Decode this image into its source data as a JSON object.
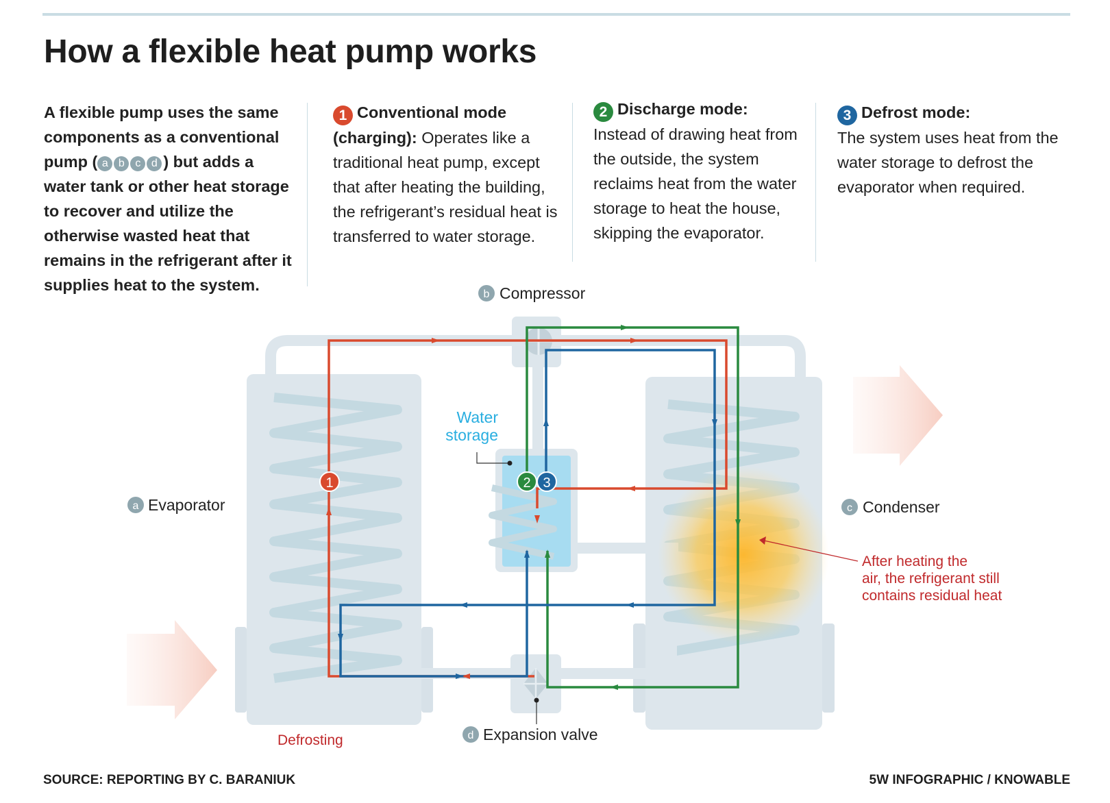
{
  "title": "How a flexible heat pump works",
  "intro": {
    "before": "A flexible pump uses the same components as a conventional pump (",
    "badges": [
      "a",
      "b",
      "c",
      "d"
    ],
    "after": ") but adds a water tank or other heat storage to recover and utilize the otherwise wasted heat that remains in the refrigerant after it supplies heat to the system."
  },
  "modes": [
    {
      "number": "1",
      "heading": "Conventional mode",
      "heading2": "(charging):",
      "text": " Operates like a traditional heat pump, except that after heating the building, the refrigerant’s residual heat is transferred to water storage.",
      "color": "#d94a2e"
    },
    {
      "number": "2",
      "heading": "Discharge mode:",
      "text": "Instead of drawing heat from the outside, the system reclaims heat from the water storage to heat the house, skipping the evaporator.",
      "color": "#2a8a3f"
    },
    {
      "number": "3",
      "heading": "Defrost mode:",
      "text": "The system uses heat from the water storage to defrost the evaporator when required.",
      "color": "#1f66a0"
    }
  ],
  "diagram": {
    "components": {
      "compressor": {
        "badge": "b",
        "label": "Compressor"
      },
      "evaporator": {
        "badge": "a",
        "label": "Evaporator"
      },
      "condenser": {
        "badge": "c",
        "label": "Condenser"
      },
      "expansion_valve": {
        "badge": "d",
        "label": "Expansion valve"
      }
    },
    "water_storage": [
      "Water",
      "storage"
    ],
    "defrosting": "Defrosting",
    "residual_heat_note": [
      "After heating  the",
      "air, the refrigerant still",
      "contains residual heat"
    ],
    "markers": [
      "1",
      "2",
      "3"
    ]
  },
  "colors": {
    "conventional": "#d94a2e",
    "discharge": "#2a8a3f",
    "defrost": "#1f66a0",
    "water": "#29aee0",
    "note": "#c0292b",
    "structure": "#dde6ec"
  },
  "footer": {
    "source": "SOURCE: REPORTING BY C. BARANIUK",
    "credit": "5W INFOGRAPHIC / KNOWABLE"
  }
}
